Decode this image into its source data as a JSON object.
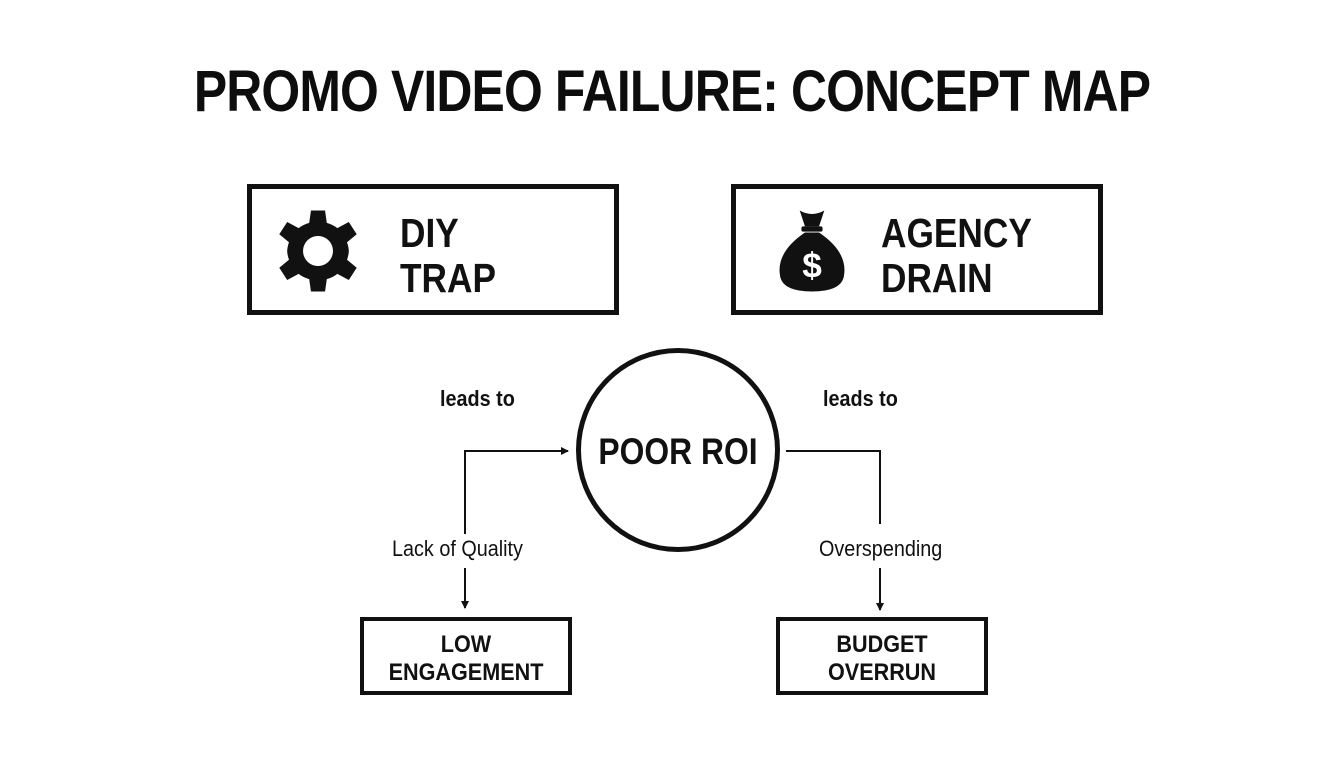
{
  "title": "PROMO VIDEO FAILURE: CONCEPT MAP",
  "nodes": {
    "diy": {
      "line1": "DIY",
      "line2": "TRAP",
      "icon": "gear-icon"
    },
    "agency": {
      "line1": "AGENCY",
      "line2": "DRAIN",
      "icon": "money-bag-icon"
    },
    "poor_roi": {
      "label": "POOR ROI"
    },
    "low_engagement": {
      "line1": "LOW",
      "line2": "ENGAGEMENT"
    },
    "budget_overrun": {
      "line1": "BUDGET",
      "line2": "OVERRUN"
    }
  },
  "edges": {
    "leads_left": "leads to",
    "leads_right": "leads to",
    "lack_quality": "Lack of Quality",
    "overspending": "Overspending"
  },
  "colors": {
    "ink": "#111111",
    "background": "#ffffff"
  }
}
